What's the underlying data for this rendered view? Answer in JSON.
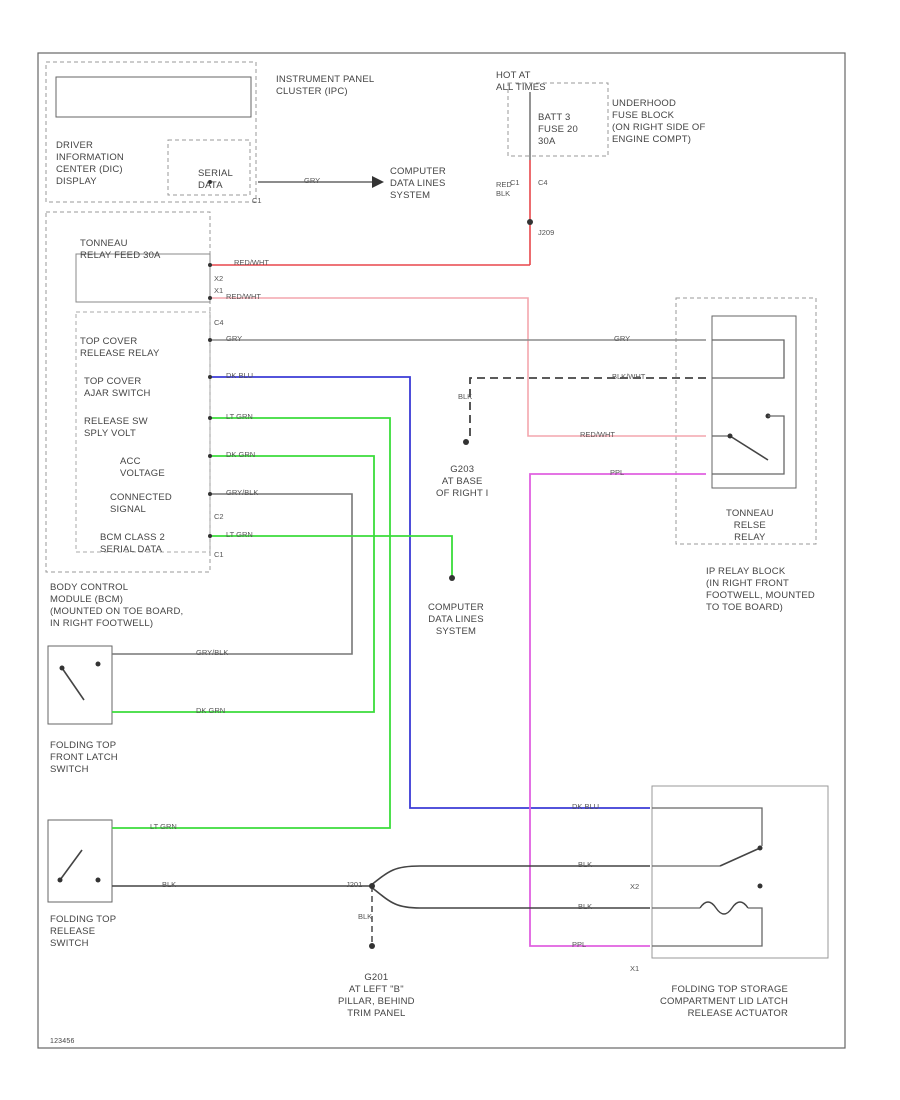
{
  "colors": {
    "frame": "#555555",
    "wire_black": "#555555",
    "wire_gray": "#8c8c8c",
    "wire_red": "#e8474b",
    "wire_pink": "#f3a6ad",
    "wire_blue": "#3b3bd6",
    "wire_green": "#3bdc3b",
    "wire_violet": "#e060e0"
  },
  "icons": {
    "ground": "ground-icon",
    "arrow": "arrow-right-icon",
    "switch": "switch-icon",
    "relay_coil": "relay-coil-icon"
  },
  "labels": {
    "ipc": "INSTRUMENT PANEL\nCLUSTER (IPC)",
    "dic": "DRIVER\nINFORMATION\nCENTER (DIC)\nDISPLAY",
    "serial": "SERIAL\nDATA",
    "hot": "HOT AT\nALL TIMES",
    "batt_fuse": "BATT 3\nFUSE 20\n30A",
    "underhood": "UNDERHOOD\nFUSE BLOCK\n(ON RIGHT SIDE OF\nENGINE COMPT)",
    "computer_data_1": "COMPUTER\nDATA LINES\nSYSTEM",
    "computer_data_2": "COMPUTER\nDATA LINES\nSYSTEM",
    "tonneau_feed": "TONNEAU\nRELAY FEED 30A",
    "top_cover_relay": "TOP COVER\nRELEASE RELAY",
    "top_cover_ajar": "TOP COVER\nAJAR SWITCH",
    "release_sw": "RELEASE SW\nSPLY VOLT",
    "acc_voltage": "ACC\nVOLTAGE",
    "conn_signal": "CONNECTED\nSIGNAL",
    "bcm_class2": "BCM CLASS 2\nSERIAL DATA",
    "bcm_desc": "BODY CONTROL\nMODULE (BCM)\n(MOUNTED ON TOE BOARD,\nIN RIGHT FOOTWELL)",
    "g203": "G203\nAT BASE\nOF RIGHT I",
    "tonneau_relay": "TONNEAU\nRELSE\nRELAY",
    "ip_relay_block": "IP RELAY BLOCK\n(IN RIGHT FRONT\nFOOTWELL, MOUNTED\nTO TOE BOARD)",
    "latch_switch": "FOLDING TOP\nFRONT LATCH\nSWITCH",
    "release_switch": "FOLDING TOP\nRELEASE\nSWITCH",
    "g201": "G201\nAT LEFT \"B\"\nPILLAR, BEHIND\nTRIM PANEL",
    "actuator": "FOLDING TOP STORAGE\nCOMPARTMENT LID LATCH\nRELEASE ACTUATOR",
    "footer": "123456"
  },
  "wire_labels": {
    "serial_wire": "GRY",
    "red_blk": "RED\nBLK",
    "red_wht": "RED/WHT",
    "gry_bcm": "GRY",
    "dk_blu": "DK BLU",
    "lt_grn": "LT GRN",
    "dk_grn": "DK GRN",
    "gry_blk": "GRY/BLK",
    "lt_grn2": "LT GRN",
    "blk_g203": "BLK",
    "relay_blk": "BLK/WHT",
    "relay_gry": "GRY",
    "relay_redwht": "RED/WHT",
    "ppl": "PPL",
    "latch_grybk": "GRY/BLK",
    "latch_dkgrn": "DK GRN",
    "release_ltgrn": "LT GRN",
    "release_blk": "BLK",
    "act_dkblu": "DK BLU",
    "act_blk1": "BLK",
    "act_blk2": "BLK",
    "act_ppl": "PPL",
    "g201_blk": "BLK"
  },
  "connector_ids": {
    "c1_serial": "C1",
    "c1_fuse": "C1",
    "c4_fuse": "C4",
    "s209": "J209",
    "x2": "X2",
    "x1": "X1",
    "c4_bcm": "C4",
    "c2_bcm": "C2",
    "c1_bcm": "C1",
    "x2_act": "X2",
    "x1_act": "X1",
    "s201": "J201"
  }
}
